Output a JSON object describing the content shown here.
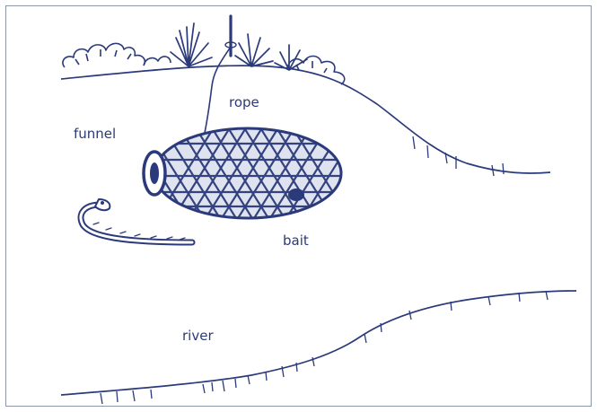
{
  "colors": {
    "ink": "#2b3a7a",
    "frame": "#8a97a8",
    "background": "#ffffff"
  },
  "labels": {
    "rope": "rope",
    "funnel": "funnel",
    "bait": "bait",
    "river": "river"
  }
}
